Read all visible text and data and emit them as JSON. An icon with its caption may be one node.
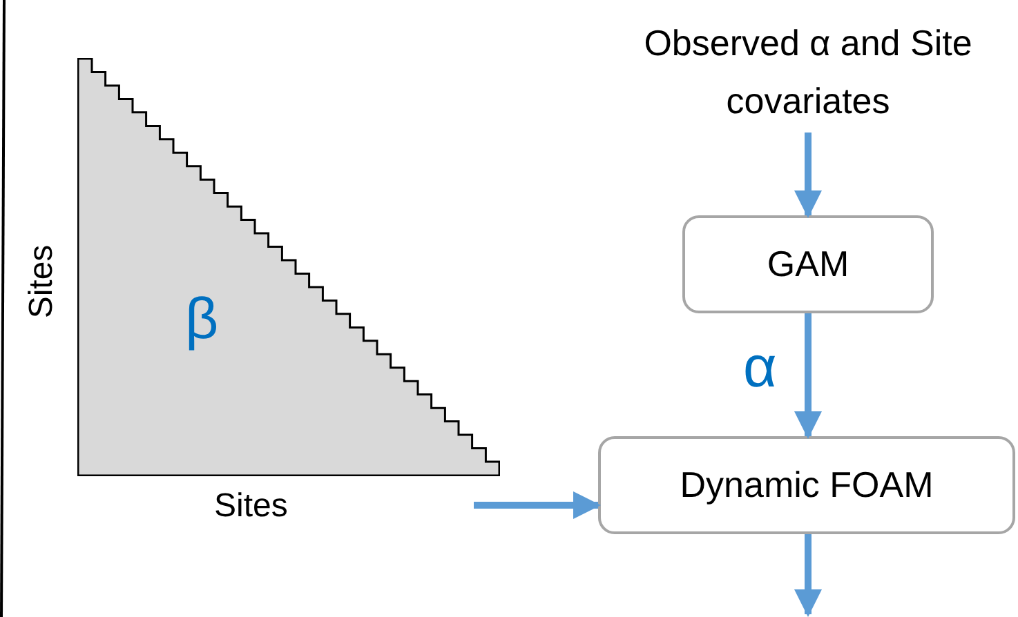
{
  "diagram": {
    "nodes": [
      {
        "text": [
          "Observed α and Site covariates"
        ]
      },
      {
        "text": [
          "GAM"
        ]
      },
      {
        "text": [
          "Dynamic FOAM"
        ]
      },
      {
        "text": [
          "β"
        ],
        "beside": [
          "Sites",
          "Sites"
        ]
      }
    ],
    "edges": [
      {
        "from": 0,
        "to": 1,
        "arrow": "to"
      },
      {
        "from": 1,
        "to": 2,
        "arrow": "to",
        "label": "α"
      },
      {
        "from": 3,
        "to": 2,
        "arrow": "to"
      },
      {
        "from": 2,
        "to": null,
        "arrow": "to"
      }
    ]
  }
}
